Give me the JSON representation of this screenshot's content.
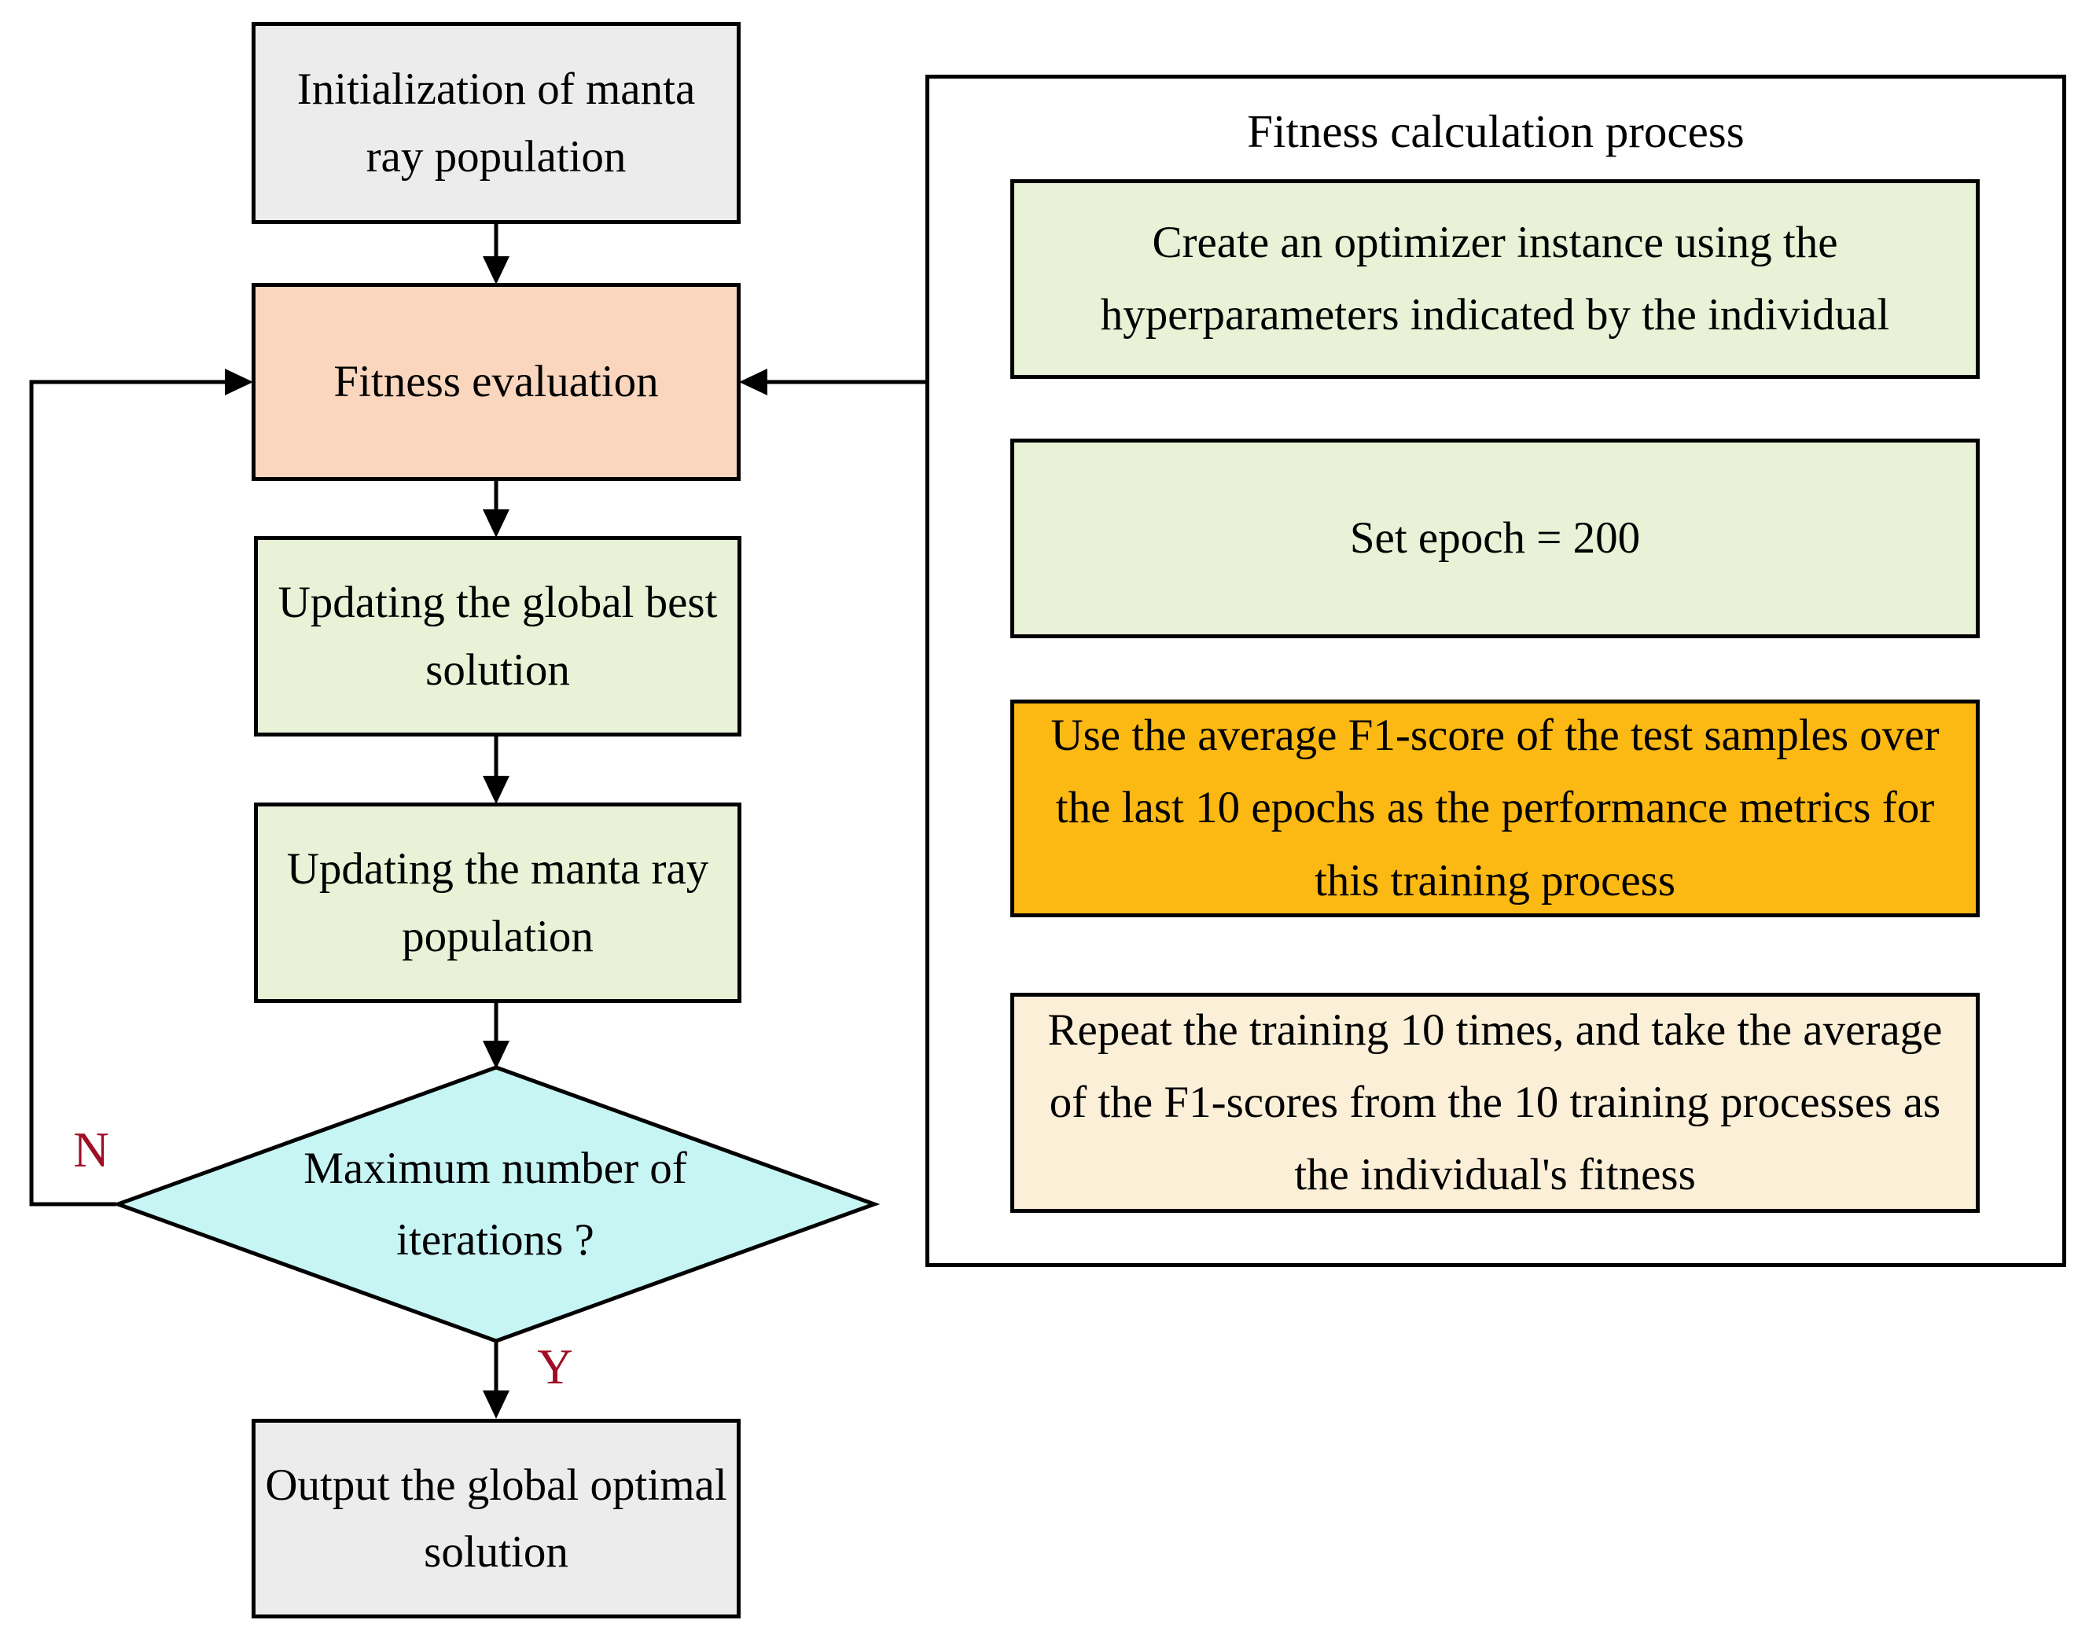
{
  "flowchart": {
    "left_flow": {
      "init": "Initialization of manta ray population",
      "fitness_eval": "Fitness evaluation",
      "update_best": "Updating the global best solution",
      "update_pop": "Updating the manta ray population",
      "decision": "Maximum number of iterations ?",
      "output": "Output the global optimal solution",
      "no_label": "N",
      "yes_label": "Y"
    },
    "right_panel": {
      "title": "Fitness calculation process",
      "steps": [
        {
          "label": "Create an optimizer instance using the hyperparameters indicated by the individual",
          "color": "#e9f1d6"
        },
        {
          "label": "Set epoch = 200",
          "color": "#e9f1d6"
        },
        {
          "label": "Use the average F1-score of the test samples over the last 10 epochs as the performance metrics for this training process",
          "color": "#fcb813"
        },
        {
          "label": "Repeat the training 10 times, and take the average of the F1-scores from the 10 training processes as the individual's fitness",
          "color": "#fcefd8"
        }
      ]
    },
    "colors": {
      "box_gray": "#ececec",
      "box_peach": "#f9d6bd",
      "box_green": "#e9f1d6",
      "diamond_cyan": "#c7f5f4",
      "box_orange": "#fcb813",
      "box_cream": "#fcefd8",
      "branch_label_red": "#a00d26",
      "line_black": "#000000"
    }
  }
}
